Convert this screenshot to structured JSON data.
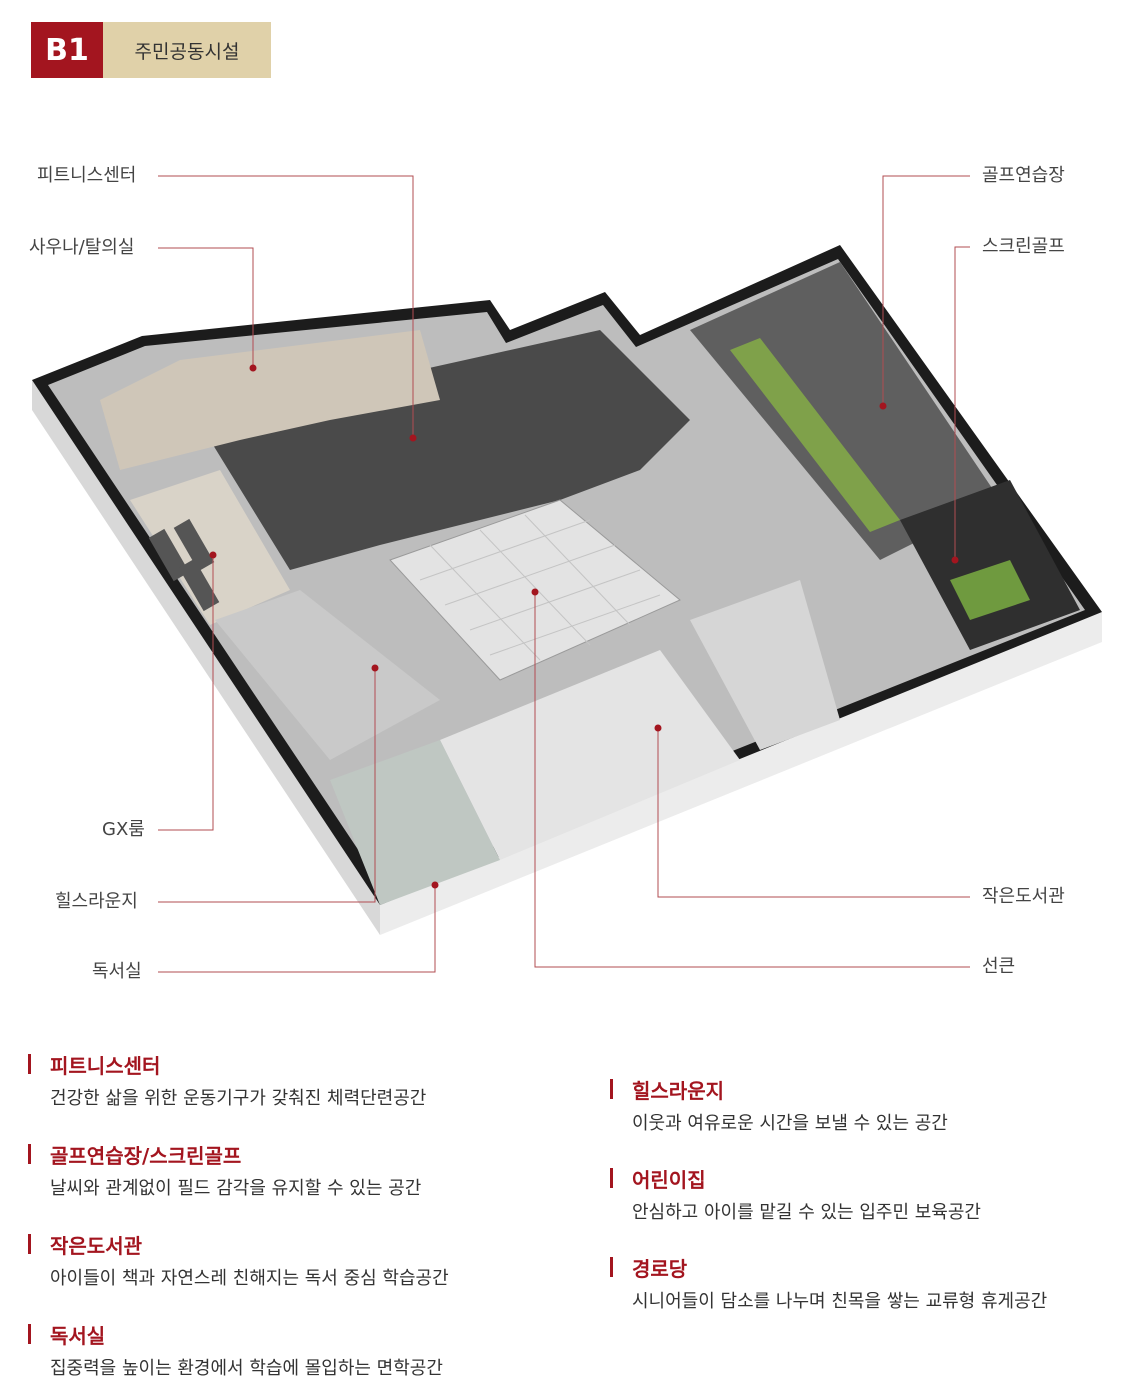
{
  "header": {
    "level": "B1",
    "title": "주민공동시설"
  },
  "colors": {
    "accent": "#a3151f",
    "badge_bg": "#e0d1a9",
    "leader_line": "#b24c52"
  },
  "callouts": {
    "fitness": "피트니스센터",
    "sauna": "사우나/탈의실",
    "gx": "GX룸",
    "heal": "힐스라운지",
    "reading": "독서실",
    "golf": "골프연습장",
    "screen": "스크린골프",
    "library": "작은도서관",
    "sunken": "선큰"
  },
  "descriptions": [
    {
      "title": "피트니스센터",
      "text": "건강한 삶을 위한 운동기구가 갖춰진 체력단련공간"
    },
    {
      "title": "골프연습장/스크린골프",
      "text": "날씨와 관계없이 필드 감각을 유지할 수 있는 공간"
    },
    {
      "title": "작은도서관",
      "text": "아이들이 책과 자연스레 친해지는 독서 중심 학습공간"
    },
    {
      "title": "독서실",
      "text": "집중력을 높이는 환경에서 학습에 몰입하는 면학공간"
    },
    {
      "title": "힐스라운지",
      "text": "이웃과 여유로운 시간을 보낼 수 있는 공간"
    },
    {
      "title": "어린이집",
      "text": "안심하고 아이를 맡길 수 있는 입주민 보육공간"
    },
    {
      "title": "경로당",
      "text": "시니어들이 담소를 나누며 친목을 쌓는 교류형 휴게공간"
    }
  ]
}
